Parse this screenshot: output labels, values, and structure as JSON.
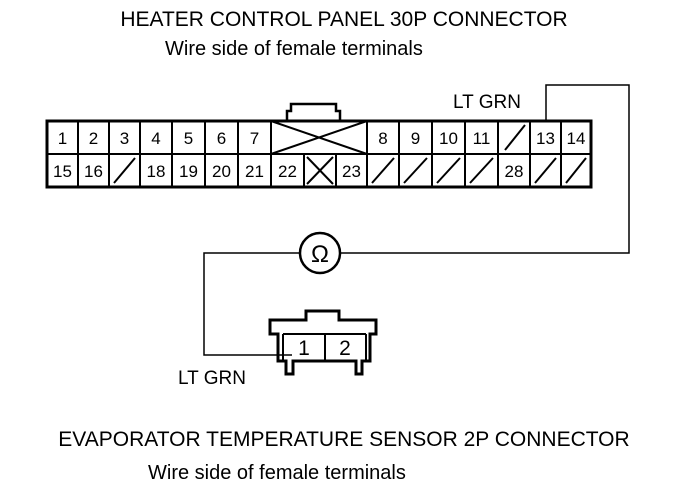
{
  "heater_connector": {
    "title": "HEATER CONTROL PANEL 30P CONNECTOR",
    "subtitle": "Wire side of female terminals",
    "wire_label": "LT GRN",
    "top_row": [
      "1",
      "2",
      "3",
      "4",
      "5",
      "6",
      "7",
      "",
      "",
      "8",
      "9",
      "10",
      "11",
      "/",
      "13",
      "14"
    ],
    "bottom_row": [
      "15",
      "16",
      "/",
      "18",
      "19",
      "20",
      "21",
      "22",
      "X",
      "23",
      "/",
      "/",
      "/",
      "/",
      "28",
      "/",
      "/"
    ]
  },
  "meter": {
    "symbol": "Ω"
  },
  "sensor_connector": {
    "title": "EVAPORATOR TEMPERATURE SENSOR 2P CONNECTOR",
    "subtitle": "Wire side of female terminals",
    "wire_label": "LT GRN",
    "pins": [
      "1",
      "2"
    ]
  }
}
